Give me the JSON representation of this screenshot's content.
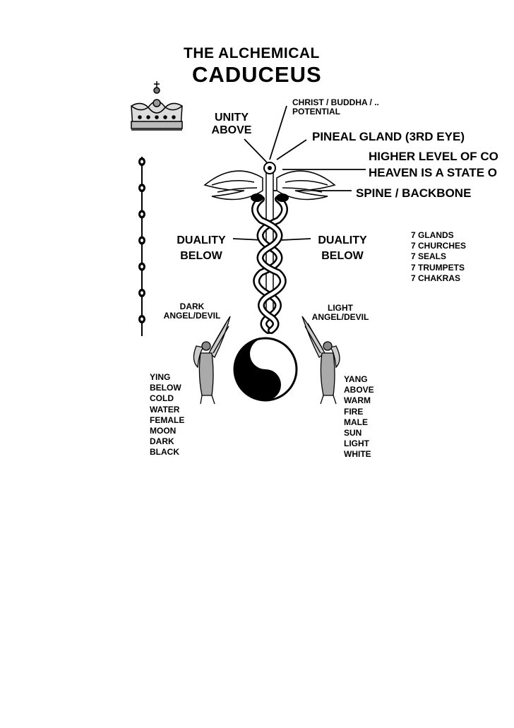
{
  "title": {
    "line1": "THE ALCHEMICAL",
    "line2": "CADUCEUS"
  },
  "labels": {
    "christ_buddha": [
      "CHRIST / BUDDHA / ..",
      "POTENTIAL"
    ],
    "unity_above": [
      "UNITY",
      "ABOVE"
    ],
    "pineal_gland": "PINEAL GLAND (3RD EYE)",
    "higher_level": [
      "HIGHER LEVEL OF CO",
      "HEAVEN IS A STATE O"
    ],
    "spine": "SPINE / BACKBONE",
    "duality_left": [
      "DUALITY",
      "BELOW"
    ],
    "duality_right": [
      "DUALITY",
      "BELOW"
    ],
    "dark_angel": [
      "DARK",
      "ANGEL/DEVIL"
    ],
    "light_angel": [
      "LIGHT",
      "ANGEL/DEVIL"
    ]
  },
  "seven_list": [
    "7 GLANDS",
    "7 CHURCHES",
    "7 SEALS",
    "7 TRUMPETS",
    "7 CHAKRAS"
  ],
  "ying_list": [
    "YING",
    "BELOW",
    "COLD",
    "WATER",
    "FEMALE",
    "MOON",
    "DARK",
    "BLACK"
  ],
  "yang_list": [
    "YANG",
    "ABOVE",
    "WARM",
    "FIRE",
    "MALE",
    "SUN",
    "LIGHT",
    "WHITE"
  ],
  "chakra_beads": 7,
  "colors": {
    "ink": "#000000",
    "paper": "#ffffff",
    "shade": "#b9b9b9"
  }
}
